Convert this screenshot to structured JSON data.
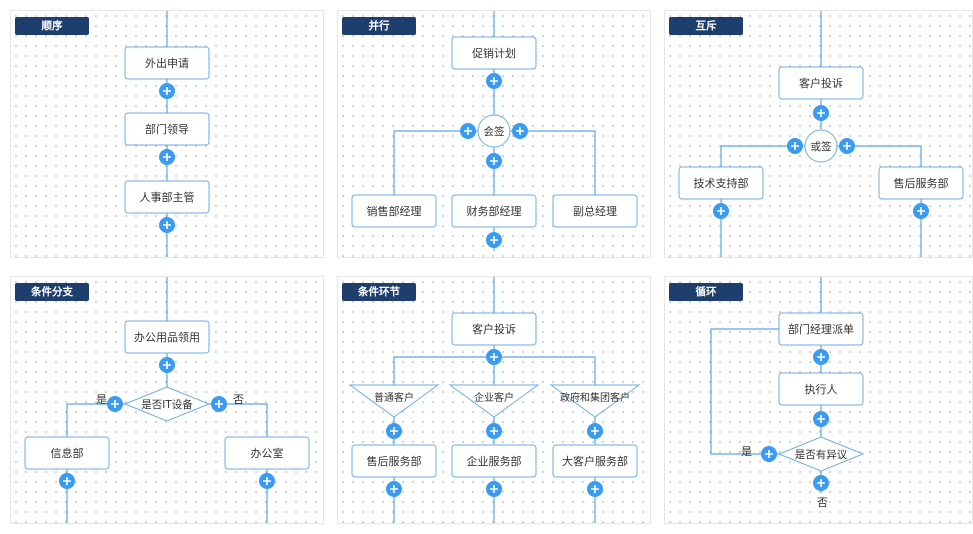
{
  "panels": [
    {
      "title": "顺序",
      "nodes": [
        "外出申请",
        "部门领导",
        "人事部主管"
      ]
    },
    {
      "title": "并行",
      "nodes": [
        "促销计划",
        "会签",
        "销售部经理",
        "财务部经理",
        "副总经理"
      ]
    },
    {
      "title": "互斥",
      "nodes": [
        "客户投诉",
        "或签",
        "技术支持部",
        "售后服务部"
      ]
    },
    {
      "title": "条件分支",
      "nodes": [
        "办公用品领用",
        "是否IT设备",
        "信息部",
        "办公室"
      ],
      "branch_labels": [
        "是",
        "否"
      ]
    },
    {
      "title": "条件环节",
      "nodes": [
        "客户投诉",
        "普通客户",
        "企业客户",
        "政府和集团客户",
        "售后服务部",
        "企业服务部",
        "大客户服务部"
      ]
    },
    {
      "title": "循环",
      "nodes": [
        "部门经理派单",
        "执行人",
        "是否有异议"
      ],
      "branch_labels": [
        "是",
        "否"
      ]
    }
  ],
  "colors": {
    "node_border": "#6aaee6",
    "line": "#5aa8e6",
    "plus": "#3a9bf0",
    "badge": "#1e3f6e"
  },
  "icons": {
    "add_step": "plus-circle-icon"
  }
}
